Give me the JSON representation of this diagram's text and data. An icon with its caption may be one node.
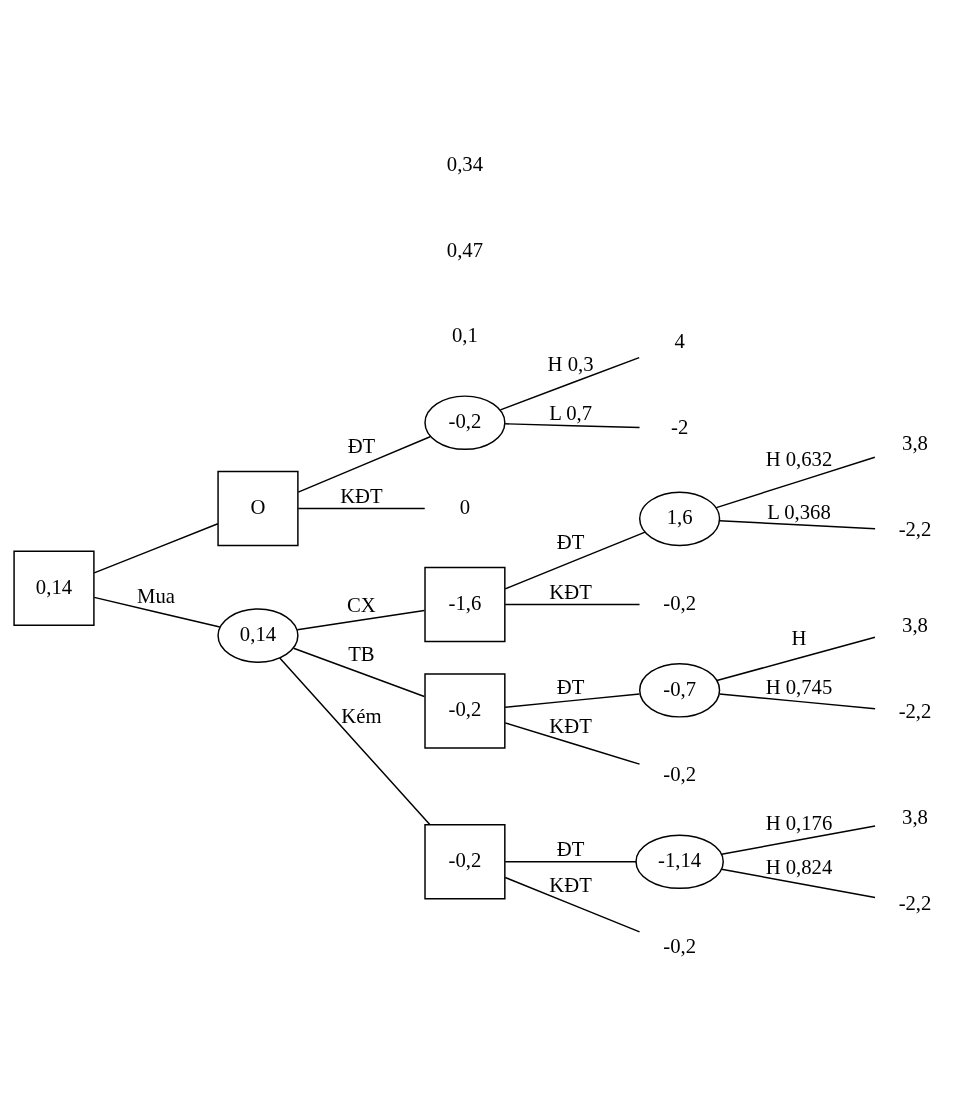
{
  "diagram": {
    "nodes": [
      {
        "text": [
          "0,14"
        ]
      },
      {
        "text": [
          "O"
        ]
      },
      {
        "text": [
          "-0,2"
        ]
      },
      {
        "text": [
          "4"
        ]
      },
      {
        "text": [
          "-2"
        ]
      },
      {
        "text": [
          "0"
        ]
      },
      {
        "text": [
          "0,14"
        ]
      },
      {
        "text": [
          "-1,6"
        ]
      },
      {
        "text": [
          "1,6"
        ]
      },
      {
        "text": [
          "3,8"
        ]
      },
      {
        "text": [
          "-2,2"
        ]
      },
      {
        "text": [
          "-0,2"
        ]
      },
      {
        "text": [
          "-0,2"
        ]
      },
      {
        "text": [
          "-0,7"
        ]
      },
      {
        "text": [
          "3,8"
        ]
      },
      {
        "text": [
          "-2,2"
        ]
      },
      {
        "text": [
          "-0,2"
        ]
      },
      {
        "text": [
          "-0,2"
        ]
      },
      {
        "text": [
          "-1,14"
        ]
      },
      {
        "text": [
          "3,8"
        ]
      },
      {
        "text": [
          "-2,2"
        ]
      },
      {
        "text": [
          "-0,2"
        ]
      }
    ],
    "edges": [
      {
        "from": 0,
        "to": 1,
        "arrow": "none"
      },
      {
        "from": 0,
        "to": 6,
        "arrow": "none",
        "label": "Mua"
      },
      {
        "from": 1,
        "to": 2,
        "arrow": "none",
        "label": "ĐT"
      },
      {
        "from": 2,
        "to": 3,
        "arrow": "none",
        "label": "H 0,3"
      },
      {
        "from": 2,
        "to": 4,
        "arrow": "none",
        "label": "L 0,7"
      },
      {
        "from": 1,
        "to": 5,
        "arrow": "none",
        "label": "KĐT"
      },
      {
        "from": 6,
        "to": 7,
        "arrow": "none",
        "label": "CX"
      },
      {
        "from": 7,
        "to": 8,
        "arrow": "none",
        "label": "ĐT"
      },
      {
        "from": 8,
        "to": 9,
        "arrow": "none",
        "label": "H 0,632"
      },
      {
        "from": 8,
        "to": 10,
        "arrow": "none",
        "label": "L 0,368"
      },
      {
        "from": 7,
        "to": 11,
        "arrow": "none",
        "label": "KĐT"
      },
      {
        "from": 6,
        "to": 12,
        "arrow": "none",
        "label": "TB"
      },
      {
        "from": 12,
        "to": 13,
        "arrow": "none",
        "label": "ĐT"
      },
      {
        "from": 13,
        "to": 14,
        "arrow": "none",
        "label": "H"
      },
      {
        "from": 13,
        "to": 15,
        "arrow": "none",
        "label": "H 0,745"
      },
      {
        "from": 12,
        "to": 16,
        "arrow": "none",
        "label": "KĐT"
      },
      {
        "from": 6,
        "to": 17,
        "arrow": "none",
        "label": "Kém"
      },
      {
        "from": 17,
        "to": 18,
        "arrow": "none",
        "label": "ĐT"
      },
      {
        "from": 18,
        "to": 19,
        "arrow": "none",
        "label": "H 0,176"
      },
      {
        "from": 18,
        "to": 20,
        "arrow": "none",
        "label": "H 0,824"
      },
      {
        "from": 17,
        "to": 21,
        "arrow": "none",
        "label": "KĐT"
      }
    ],
    "labels": [
      "0,1",
      "0,47",
      "0,34"
    ]
  }
}
